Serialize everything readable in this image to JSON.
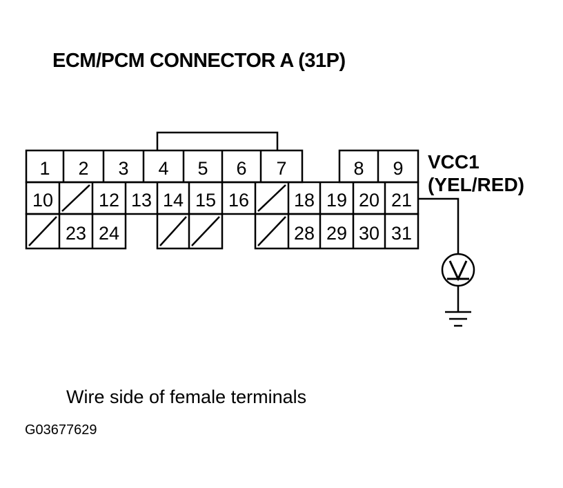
{
  "title": "ECM/PCM CONNECTOR A (31P)",
  "signal": {
    "name": "VCC1",
    "wire_color": "(YEL/RED)",
    "terminal": "21"
  },
  "caption": "Wire side of female terminals",
  "figure_id": "G03677629",
  "connector": {
    "pin_count": 31,
    "rows": [
      [
        "1",
        "2",
        "3",
        "4",
        "5",
        "6",
        "7",
        null,
        "8",
        "9"
      ],
      [
        "10",
        "",
        "12",
        "13",
        "14",
        "15",
        "16",
        "",
        "18",
        "19",
        "20",
        "21"
      ],
      [
        "",
        "23",
        "24",
        null,
        "",
        "",
        null,
        "",
        "28",
        "29",
        "30",
        "31"
      ]
    ]
  },
  "meter": {
    "type": "voltmeter",
    "symbol": "V",
    "ground": "ground-symbol"
  }
}
